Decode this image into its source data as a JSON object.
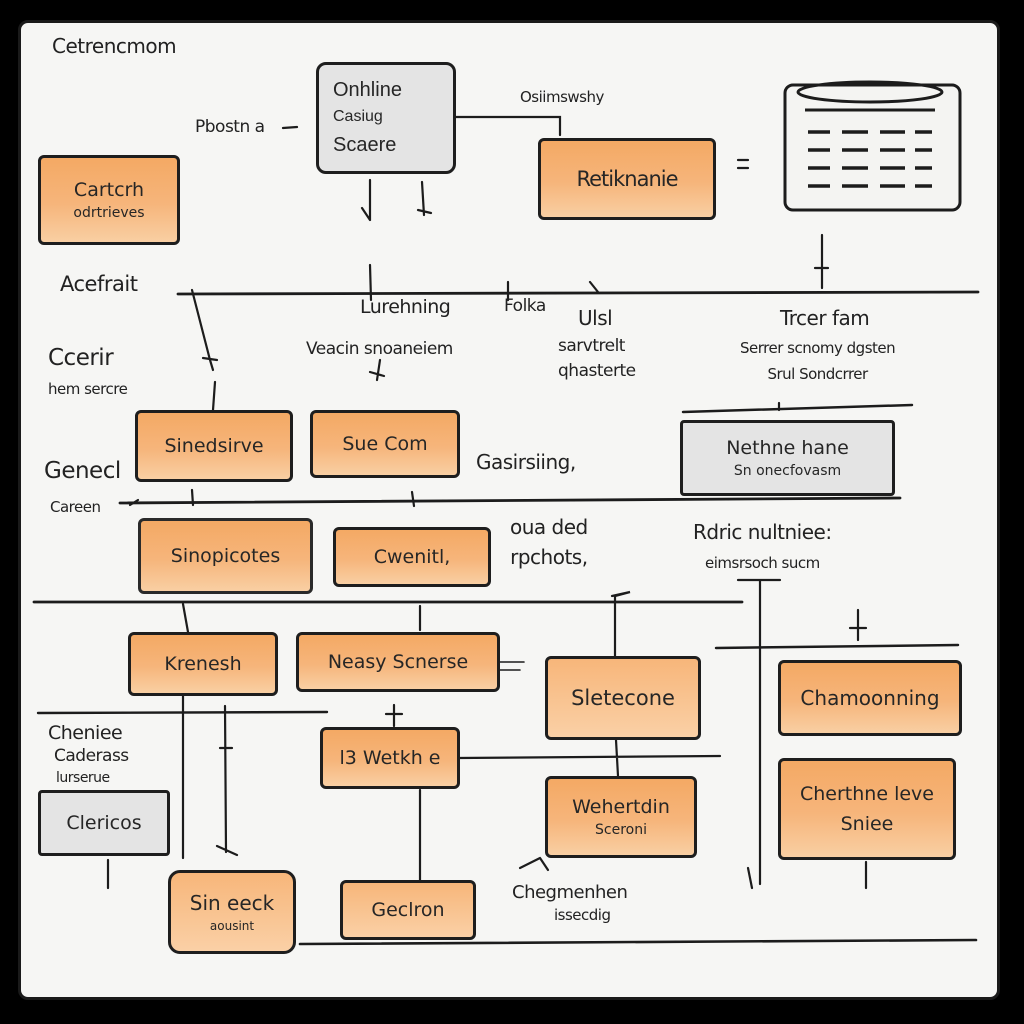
{
  "diagram": {
    "corner_title": "Cetrencmom",
    "top": {
      "left_label": "Pbostn a",
      "online_box": [
        "Onhline",
        "Casiug",
        "Scaere"
      ],
      "arrow_label": "Osiimswshy",
      "retirement_box": "Retiknanie",
      "cartch_box": [
        "Cartcrh",
        "odrtrieves"
      ]
    },
    "bus1": {
      "left_label": "Acefrait",
      "col_labels": [
        "Lurehning",
        "Folka",
        "Ulsl",
        "Trcer fam"
      ],
      "sub_labels": [
        "Veacin snoaneiem",
        "sarvtrelt\nqhasterte",
        "Serrer scnomy dgsten\nSrul Sondcrrer"
      ]
    },
    "left_stack": {
      "title": "Ccerir",
      "sub": "hem sercre",
      "general": "Genecl",
      "careen": "Careen"
    },
    "row2": {
      "box_a": "Sinedsirve",
      "box_b": "Sue Com",
      "side_label": "Gasirsiing,",
      "gray_box": [
        "Nethne hane",
        "Sn onecfovasm"
      ]
    },
    "row3": {
      "box_a": "Sinopicotes",
      "box_b": "Cwenitl,",
      "mid_label": "oua ded\nrpchots,",
      "right_label": "Rdric nultniee:",
      "right_sub": "eimsrsoch sucm"
    },
    "lower": {
      "kreneh": "Krenesh",
      "neasy": "Neasy Scnerse",
      "sletecone": "Sletecone",
      "chamocning": "Chamoonning",
      "left_notes": [
        "Cheniee",
        "Caderass",
        "lurserue"
      ],
      "clericos": "Clericos",
      "itwetkh": "l3 Wetkh e",
      "wehertdin": [
        "Wehertdin",
        "Sceroni"
      ],
      "chethne": [
        "Cherthne leve",
        "Sniee"
      ],
      "sineck": [
        "Sin eeck",
        "aousint"
      ],
      "geclron": "Geclron",
      "chegmenhen": [
        "Chegmenhen",
        "issecdig"
      ]
    }
  }
}
